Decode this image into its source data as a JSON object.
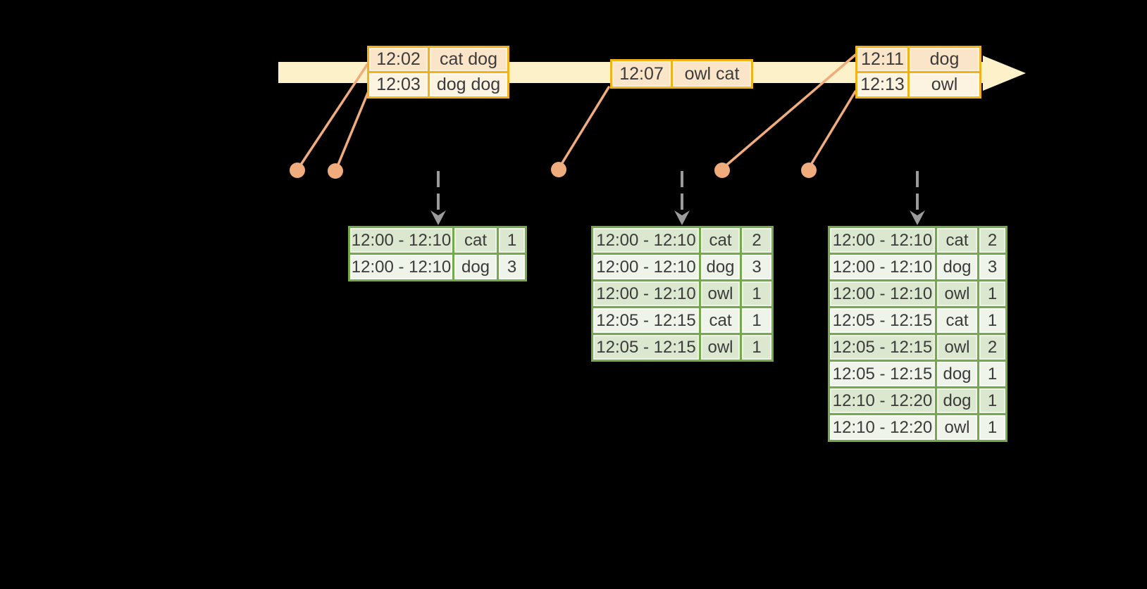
{
  "colors": {
    "background": "#000000",
    "timeline": "#fcf1c9",
    "event_border": "#f2b318",
    "event_row_dark": "#fae5c9",
    "event_row_light": "#fcf3e1",
    "connector": "#f0ac7c",
    "result_border": "#74a94c",
    "result_row_dark": "#dbe7cf",
    "result_row_light": "#eff4ea",
    "trigger": "#9b9b9b",
    "text": "#3b3b3b"
  },
  "event_tables": [
    {
      "rows": [
        {
          "time": "12:02",
          "words": "cat dog"
        },
        {
          "time": "12:03",
          "words": "dog dog"
        }
      ]
    },
    {
      "rows": [
        {
          "time": "12:07",
          "words": "owl cat"
        }
      ]
    },
    {
      "rows": [
        {
          "time": "12:11",
          "words": "dog"
        },
        {
          "time": "12:13",
          "words": "owl"
        }
      ]
    }
  ],
  "result_tables": [
    {
      "rows": [
        {
          "window": "12:00 - 12:10",
          "word": "cat",
          "count": "1"
        },
        {
          "window": "12:00 - 12:10",
          "word": "dog",
          "count": "3"
        }
      ]
    },
    {
      "rows": [
        {
          "window": "12:00 - 12:10",
          "word": "cat",
          "count": "2"
        },
        {
          "window": "12:00 - 12:10",
          "word": "dog",
          "count": "3"
        },
        {
          "window": "12:00 - 12:10",
          "word": "owl",
          "count": "1"
        },
        {
          "window": "12:05 - 12:15",
          "word": "cat",
          "count": "1"
        },
        {
          "window": "12:05 - 12:15",
          "word": "owl",
          "count": "1"
        }
      ]
    },
    {
      "rows": [
        {
          "window": "12:00 - 12:10",
          "word": "cat",
          "count": "2"
        },
        {
          "window": "12:00 - 12:10",
          "word": "dog",
          "count": "3"
        },
        {
          "window": "12:00 - 12:10",
          "word": "owl",
          "count": "1"
        },
        {
          "window": "12:05 - 12:15",
          "word": "cat",
          "count": "1"
        },
        {
          "window": "12:05 - 12:15",
          "word": "owl",
          "count": "2"
        },
        {
          "window": "12:05 - 12:15",
          "word": "dog",
          "count": "1"
        },
        {
          "window": "12:10 - 12:20",
          "word": "dog",
          "count": "1"
        },
        {
          "window": "12:10 - 12:20",
          "word": "owl",
          "count": "1"
        }
      ]
    }
  ]
}
